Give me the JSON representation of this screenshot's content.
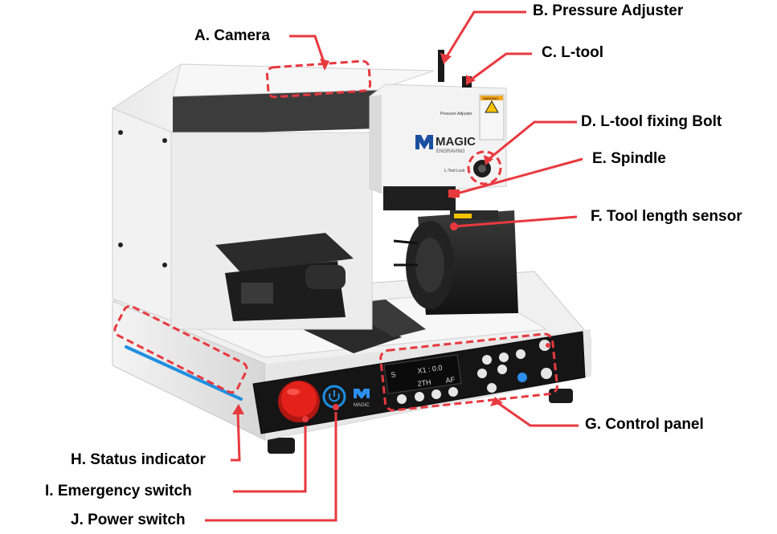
{
  "labels": {
    "camera": "A. Camera",
    "pressure_adjuster": "B. Pressure Adjuster",
    "l_tool": "C. L-tool",
    "l_tool_fixing_bolt": "D. L-tool fixing Bolt",
    "spindle": "E. Spindle",
    "tool_length_sensor": "F. Tool length sensor",
    "control_panel": "G. Control panel",
    "status_indicator": "H. Status indicator",
    "emergency_switch": "I. Emergency switch",
    "power_switch": "J. Power switch"
  },
  "machine": {
    "brand": "MAGIC",
    "brand_sub": "ENGRAVING",
    "warning": "WARNING",
    "pressure_label": "Pressure Adjuster",
    "ltool_label": "L-Tool Lock",
    "panel_logo": "MAGIC",
    "display_left": "S",
    "display_mid": "X1 : 0.0",
    "display_af": "AF",
    "display_code": "2TH"
  },
  "colors": {
    "callout": "#e8393f",
    "status_light": "#1f8fe0",
    "emergency": "#e4221b",
    "power": "#1a8fe3"
  }
}
